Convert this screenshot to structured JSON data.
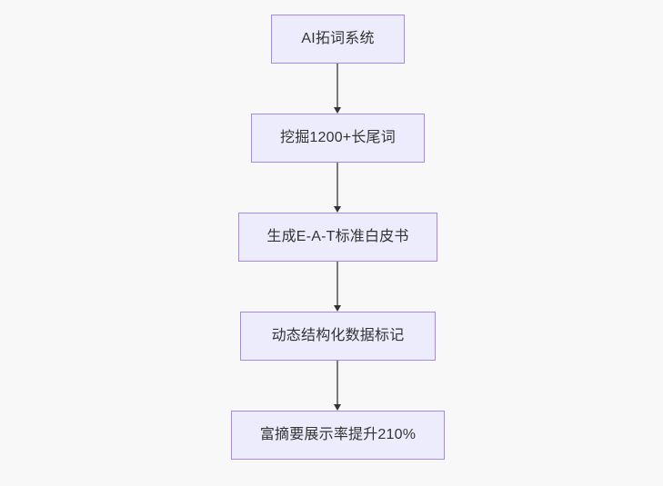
{
  "diagram": {
    "type": "flowchart",
    "orientation": "top-to-bottom",
    "background_color": "#f8f8f8",
    "node_fill_color": "#ececfd",
    "node_border_color": "#a888e0",
    "node_text_color": "#333333",
    "connector_line_color": "#7a7a7a",
    "connector_arrow_color": "#333333",
    "nodes": [
      {
        "id": "node-1",
        "label": "AI拓词系统"
      },
      {
        "id": "node-2",
        "label": "挖掘1200+长尾词"
      },
      {
        "id": "node-3",
        "label": "生成E-A-T标准白皮书"
      },
      {
        "id": "node-4",
        "label": "动态结构化数据标记"
      },
      {
        "id": "node-5",
        "label": "富摘要展示率提升210%"
      }
    ],
    "edges": [
      {
        "id": "connector-1",
        "from": "node-1",
        "to": "node-2",
        "arrow": "down-arrow-icon"
      },
      {
        "id": "connector-2",
        "from": "node-2",
        "to": "node-3",
        "arrow": "down-arrow-icon"
      },
      {
        "id": "connector-3",
        "from": "node-3",
        "to": "node-4",
        "arrow": "down-arrow-icon"
      },
      {
        "id": "connector-4",
        "from": "node-4",
        "to": "node-5",
        "arrow": "down-arrow-icon"
      }
    ]
  }
}
